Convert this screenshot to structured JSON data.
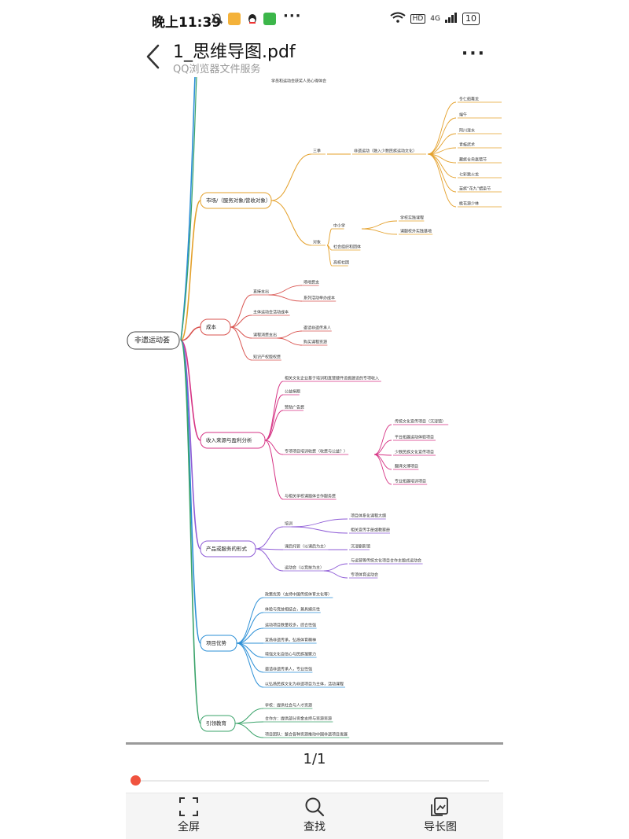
{
  "status_bar": {
    "time": "晚上11:39",
    "more": "···",
    "network": "HD",
    "signal": "4G",
    "battery": "10"
  },
  "header": {
    "title": "1_思维导图.pdf",
    "subtitle": "QQ浏览器文件服务",
    "more": "···"
  },
  "pager": {
    "text": "1/1",
    "progress": 0
  },
  "bottom_bar": {
    "fullscreen": "全屏",
    "find": "查找",
    "long_image": "导长图"
  },
  "mindmap": {
    "root": "非遗运动荟",
    "top_line": "学员和运动会获奖人员心得体会",
    "branches": [
      {
        "label": "市场/（服务对象/营收对象）",
        "color": "#e4a02a",
        "children": [
          {
            "label": "三季",
            "children": [
              {
                "label": "非遗运动（融入少数民族运动文化）",
                "children": [
                  {
                    "label": "冬仁船舞龙"
                  },
                  {
                    "label": "端午"
                  },
                  {
                    "label": "阿川泼水"
                  },
                  {
                    "label": "青蛙武术"
                  },
                  {
                    "label": "藏族仓央嘉错节"
                  },
                  {
                    "label": "七彩跳火龙"
                  },
                  {
                    "label": "苗族“花九”蜡染节"
                  },
                  {
                    "label": "桃花源少林"
                  }
                ]
              }
            ]
          },
          {
            "label": "对象",
            "children": [
              {
                "label": "中小学",
                "children": [
                  {
                    "label": "学校实践课程"
                  },
                  {
                    "label": "课服校外实践基地"
                  }
                ]
              },
              {
                "label": "社会组织和团体"
              },
              {
                "label": "高校社团"
              }
            ]
          }
        ]
      },
      {
        "label": "成本",
        "color": "#d9534f",
        "children": [
          {
            "label": "直接支出",
            "children": [
              {
                "label": "场地费支"
              },
              {
                "label": "系列活动举办成本"
              }
            ]
          },
          {
            "label": "主体运动会活动成本"
          },
          {
            "label": "课程消费支出",
            "children": [
              {
                "label": "邀请非遗传承人"
              },
              {
                "label": "购买课程资源"
              }
            ]
          },
          {
            "label": "知识产权版权费"
          }
        ]
      },
      {
        "label": "收入来源与盈利分析",
        "color": "#d63384",
        "children": [
          {
            "label": "相关文化企业基于培训和直营硬件设施建设的专项收入"
          },
          {
            "label": "公益捐赠"
          },
          {
            "label": "赞助广告费"
          },
          {
            "label": "专项项目培训收费（收费与公益？）",
            "children": [
              {
                "label": "传统文化宣传项目（沉浸馆）"
              },
              {
                "label": "平台拓展运动体验项目"
              },
              {
                "label": "少数民族文化宣传项目"
              },
              {
                "label": "翻译文博项目"
              },
              {
                "label": "专业拓展培训项目"
              }
            ]
          },
          {
            "label": "与相关学校课题体合作服务费"
          }
        ]
      },
      {
        "label": "产品或服务的形式",
        "color": "#8e5bd6",
        "children": [
          {
            "label": "培训",
            "children": [
              {
                "label": "项目体系化课程大纲"
              },
              {
                "label": "相关宣传手册或教案册"
              }
            ]
          },
          {
            "label": "课后托管（以课后为主）",
            "children": [
              {
                "label": "沉浸剧影馆"
              }
            ]
          },
          {
            "label": "运动会（以竞技为主）",
            "children": [
              {
                "label": "与运营等传统文化项目合作主题式运动会"
              },
              {
                "label": "专项体育运动会"
              }
            ]
          }
        ]
      },
      {
        "label": "项目优势",
        "color": "#2b8fd6",
        "children": [
          {
            "label": "政策优势（支持中国传统体育文化等）"
          },
          {
            "label": "体验与竞技相结合，兼具娱乐性"
          },
          {
            "label": "运动项目数量较多，综合性强"
          },
          {
            "label": "宣扬非遗传承，弘扬体育精神"
          },
          {
            "label": "增强文化自信心与民族凝聚力"
          },
          {
            "label": "邀请非遗传承人，专业性强"
          },
          {
            "label": "以弘扬民族文化为非遗项目为主体，活动课程"
          }
        ]
      },
      {
        "label": "引领教育",
        "color": "#3aa36a",
        "children": [
          {
            "label": "学校：提供社会与人才资源"
          },
          {
            "label": "合作方：提供部分资金支持与资源资源"
          },
          {
            "label": "项目团队：整合各种资源推动中国非遗项目发展"
          }
        ]
      }
    ]
  }
}
